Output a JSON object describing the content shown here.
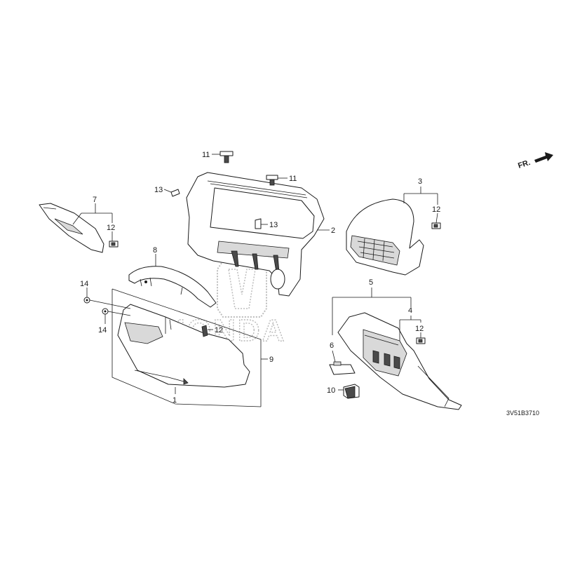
{
  "orientation_label": "FR.",
  "diagram_code": "3V51B3710",
  "watermark": "HONDA",
  "callouts": {
    "c1": "1",
    "c2": "2",
    "c3": "3",
    "c4": "4",
    "c5": "5",
    "c6": "6",
    "c7": "7",
    "c8": "8",
    "c9": "9",
    "c10": "10",
    "c11a": "11",
    "c11b": "11",
    "c12a": "12",
    "c12b": "12",
    "c12c": "12",
    "c12d": "12",
    "c13a": "13",
    "c13b": "13",
    "c14a": "14",
    "c14b": "14"
  },
  "icons": {
    "orientation": "front-direction-arrow-icon",
    "watermark_logo": "honda-logo-icon"
  }
}
